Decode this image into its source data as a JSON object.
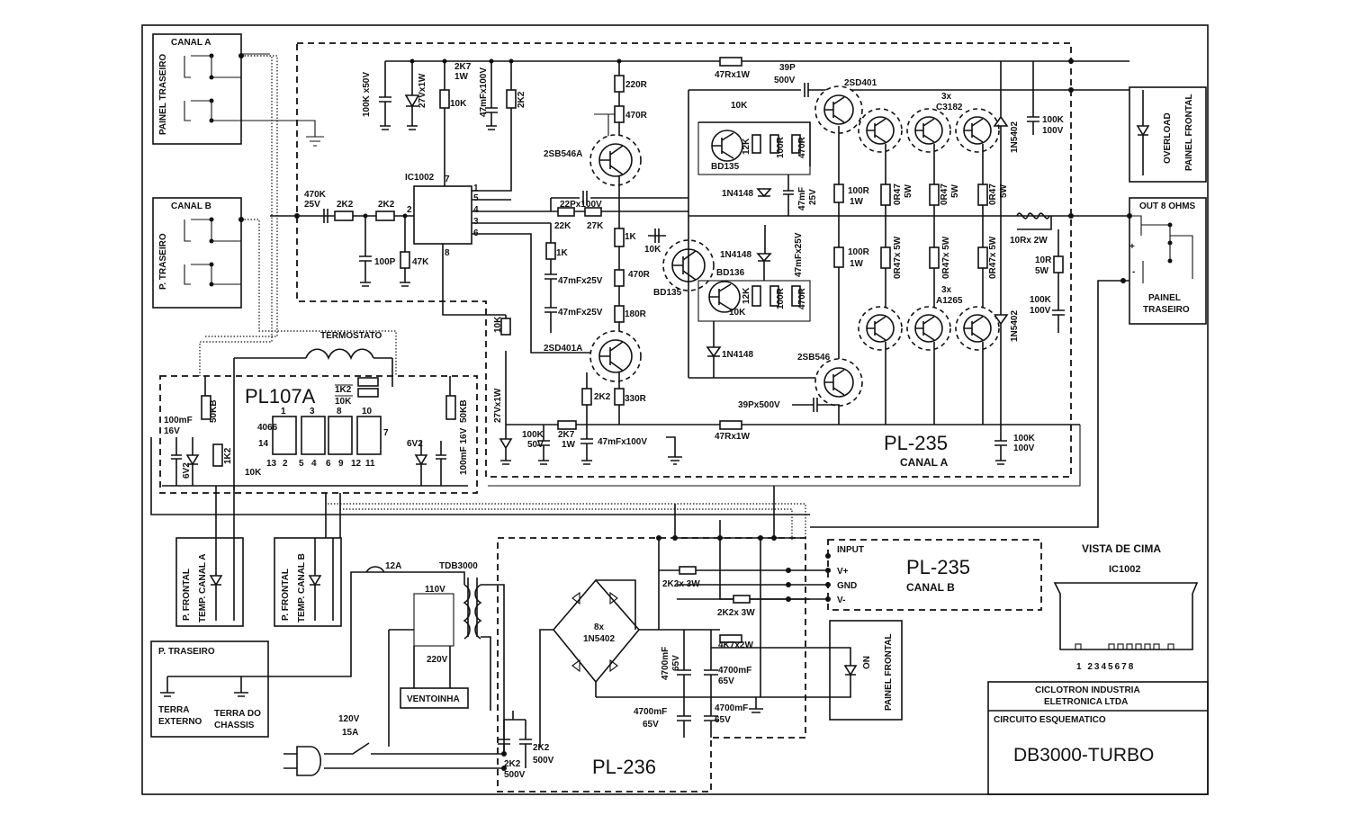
{
  "schematic": {
    "board_labels": {
      "pl235_a": "PL-235",
      "canal_a": "CANAL A",
      "pl235_b": "PL-235",
      "canal_b": "CANAL B",
      "pl236": "PL-236",
      "pl107a": "PL107A"
    },
    "connector_labels": {
      "canal_a_title": "CANAL A",
      "painel_traseiro": "PAINEL TRASEIRO",
      "canal_b_title": "CANAL B",
      "p_traseiro_b": "P. TRASEIRO",
      "overload": "OVERLOAD",
      "painel_frontal_1": "PAINEL FRONTAL",
      "out_8_ohms": "OUT 8 OHMS",
      "painel_traseiro_out_1": "PAINEL",
      "painel_traseiro_out_2": "TRASEIRO",
      "plus": "+",
      "minus": "-",
      "frontal_a_1": "P. FRONTAL",
      "frontal_a_2": "TEMP. CANAL A",
      "frontal_b_1": "P. FRONTAL",
      "frontal_b_2": "TEMP. CANAL B",
      "on": "ON",
      "painel_frontal_2": "PAINEL FRONTAL",
      "p_traseiro_gnd": "P. TRASEIRO",
      "terra_externo_1": "TERRA",
      "terra_externo_2": "EXTERNO",
      "terra_chassis_1": "TERRA DO",
      "terra_chassis_2": "CHASSIS",
      "input": "INPUT",
      "vplus": "V+",
      "gnd": "GND",
      "vminus": "V-",
      "ventoinha": "VENTOINHA",
      "termostato": "TERMOSTATO"
    },
    "components": {
      "c_100k_50v": "100K x50V",
      "z_27v": "27Vx1W",
      "r_2k7_1w_a": "2K7",
      "r_2k7_1w_b": "1W",
      "r_10k": "10K",
      "c_47mf_100v": "47mFx100V",
      "r_2k2_top": "2K2",
      "r_220r": "220R",
      "p_470r": "470R",
      "q_2sb546a": "2SB546A",
      "ic1002": "IC1002",
      "pin7": "7",
      "pin1": "1",
      "pin5": "5",
      "pin4": "4",
      "pin3": "3",
      "pin6": "6",
      "pin2": "2",
      "pin8": "8",
      "c_470k": "470K",
      "c_25v": "25V",
      "r_2k2_a": "2K2",
      "r_2k2_b": "2K2",
      "c_100p": "100P",
      "r_47k": "47K",
      "c_22p": "22Px100V",
      "r_22k": "22K",
      "r_27k": "27K",
      "r_1k_a": "1K",
      "r_1k_b": "1K",
      "r_10k_b": "10K",
      "c_47mf_25v_a": "47mFx25V",
      "c_47mf_25v_b": "47mFx25V",
      "p_470r_b": "470R",
      "r_180r": "180R",
      "q_bd135": "BD135",
      "q_2sd401a": "2SD401A",
      "r_10k_c": "10K",
      "z_27v_b": "27Vx1W",
      "r_2k2_c": "2K2",
      "r_330r": "330R",
      "c_100k_50v_b1": "100K",
      "c_100k_50v_b2": "50V",
      "r_2k7_b": "2K7",
      "r_1w_b": "1W",
      "c_47mf_100v_b": "47mFx100V",
      "r_47r_top": "47Rx1W",
      "c_39p": "39P",
      "c_500v": "500V",
      "q_2sd401": "2SD401",
      "q_3x": "3x",
      "q_c3182": "C3182",
      "r_10k_d": "10K",
      "q_bd135_top": "BD135",
      "r_12k_a": "12K",
      "r_100r_a": "100R",
      "r_470r_a": "470R",
      "d_1n4148_a": "1N4148",
      "c_47mf_25v_c": "47mF",
      "c_25v_c": "25V",
      "r_100r_1w_a": "100R",
      "r_1w_a": "1W",
      "r_0r47_a": "0R47",
      "r_5w_a": "5W",
      "d_1n5402_a": "1N5402",
      "c_100k_100v_a1": "100K",
      "c_100k_100v_a2": "100V",
      "d_1n4148_b": "1N4148",
      "c_47mf_25v_d": "47mFx25V",
      "q_bd136": "BD136",
      "r_12k_b": "12K",
      "r_100r_b": "100R",
      "r_470r_b": "470R",
      "r_10k_e": "10K",
      "d_1n4148_c": "1N4148",
      "r_100r_1w_b": "100R",
      "r_1w_b2": "1W",
      "r_0r47x5w_a": "0R47x 5W",
      "r_0r47x5w_b": "0R47x 5W",
      "r_0r47x5w_c": "0R47x 5W",
      "q_3x_b": "3x",
      "q_a1265": "A1265",
      "d_1n5402_b": "1N5402",
      "r_10rx2w": "10Rx 2W",
      "r_10r_5w_1": "10R",
      "r_10r_5w_2": "5W",
      "c_100k_100v_b1": "100K",
      "c_100k_100v_b2": "100V",
      "q_2sb546": "2SB546",
      "c_39p_500v": "39Px500V",
      "r_47r_bot": "47Rx1W",
      "c_100k_100v_c1": "100K",
      "c_100k_100v_c2": "100V",
      "r_1k2_a": "1K2",
      "r_10k_f": "10K",
      "ic_4066": "4066",
      "c_100mf": "100mF",
      "c_16v": "16V",
      "p_50k_a": "50KB",
      "p_50k_b": "50KB",
      "r_1k2_b": "1K2",
      "r_10k_g": "10K",
      "z_6v2_a": "6V2",
      "z_6v2_b": "6V2",
      "c_100mf_16v": "100mF 16V",
      "fuse_12a": "12A",
      "tdb3000": "TDB3000",
      "v110": "110V",
      "v220": "220V",
      "bridge_8x": "8x",
      "bridge_1n5402": "1N5402",
      "r_2k2_3w_a": "2K2x 3W",
      "r_2k2_3w_b": "2K2x 3W",
      "r_4k7_2w": "4K7x2W",
      "c_4700_a1": "4700mF",
      "c_4700_a2": "65V",
      "c_4700_b1": "4700mF",
      "c_4700_b2": "65V",
      "c_4700_c1": "4700mF",
      "c_4700_c2": "65V",
      "c_4700_d1": "4700mF",
      "c_4700_d2": "65V",
      "v120": "120V",
      "a15": "15A",
      "c_2k2_500v_a1": "2K2",
      "c_2k2_500v_a2": "500V",
      "c_2k2_500v_b1": "2K2",
      "c_2k2_500v_b2": "500V"
    },
    "ic_pins": {
      "p4_1": "1",
      "p4_2": "3",
      "p4_3": "8",
      "p4_4": "10",
      "p14": "14",
      "p7": "7",
      "b13": "13",
      "b2": "2",
      "b5": "5",
      "b4": "4",
      "b6": "6",
      "b9": "9",
      "b12": "12",
      "b11": "11"
    },
    "top_view": {
      "title": "VISTA DE CIMA",
      "chip": "IC1002",
      "pins": "1  2345678"
    },
    "title_block": {
      "company_1": "CICLOTRON INDUSTRIA",
      "company_2": "ELETRONICA LTDA",
      "doc_type": "CIRCUITO ESQUEMATICO",
      "model": "DB3000-TURBO"
    }
  }
}
